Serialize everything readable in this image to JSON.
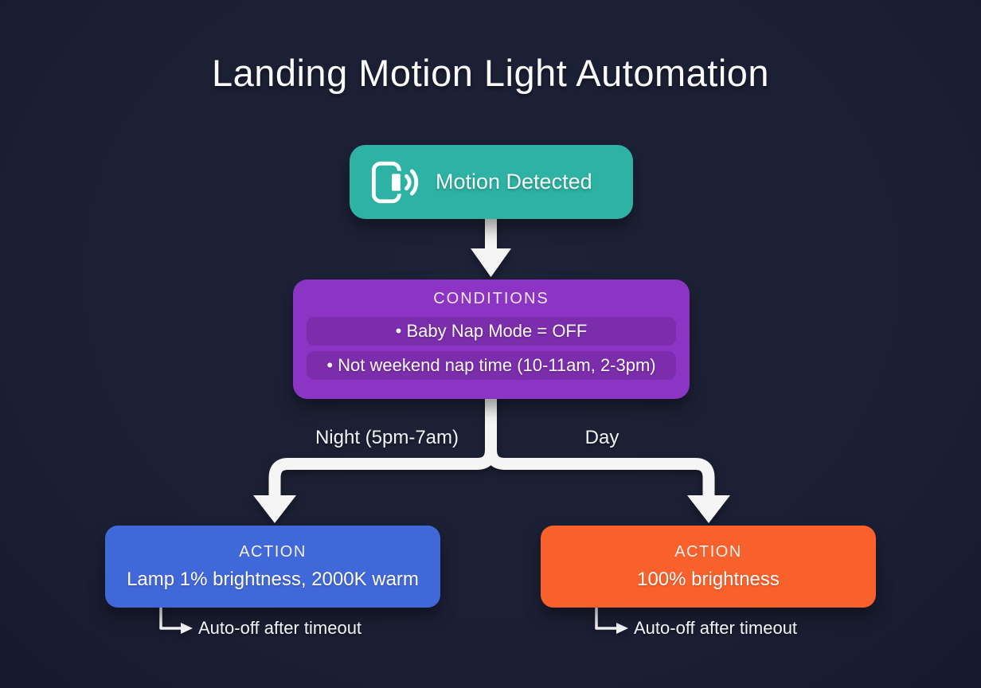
{
  "title": "Landing Motion Light Automation",
  "trigger": {
    "label": "Motion Detected",
    "icon": "motion-sensor-icon"
  },
  "conditions": {
    "header": "CONDITIONS",
    "items": [
      "• Baby Nap Mode = OFF",
      "• Not weekend nap time (10-11am, 2-3pm)"
    ]
  },
  "branches": {
    "night": {
      "label": "Night (5pm-7am)"
    },
    "day": {
      "label": "Day"
    }
  },
  "actions": {
    "night": {
      "header": "ACTION",
      "description": "Lamp 1% brightness, 2000K warm",
      "note": "Auto-off after timeout"
    },
    "day": {
      "header": "ACTION",
      "description": "100% brightness",
      "note": "Auto-off after timeout"
    }
  },
  "colors": {
    "background": "#1b1f33",
    "connector": "#f5f5f5",
    "trigger": "#2db2a3",
    "conditions": "#8c34c4",
    "condition_pill": "#7b2dab",
    "action_night": "#4168d8",
    "action_day": "#f9612c",
    "text": "#ffffff"
  }
}
